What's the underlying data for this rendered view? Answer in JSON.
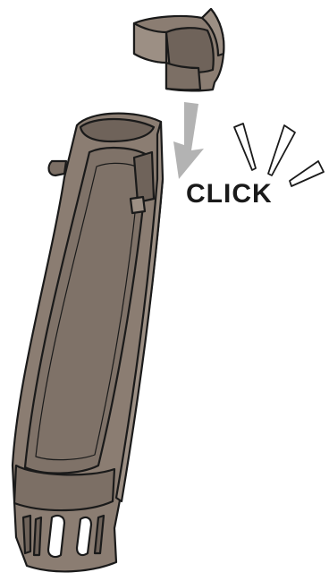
{
  "illustration": {
    "sound_label": "CLICK",
    "colors": {
      "part_fill": "#8b7d72",
      "part_shade": "#6f635a",
      "part_light": "#9c8f84",
      "outline": "#1a1a1a",
      "arrow": "#b3b3b3"
    },
    "icons": [
      "clip-piece",
      "downward-arrow",
      "click-sound-marks",
      "handle-tube"
    ]
  }
}
